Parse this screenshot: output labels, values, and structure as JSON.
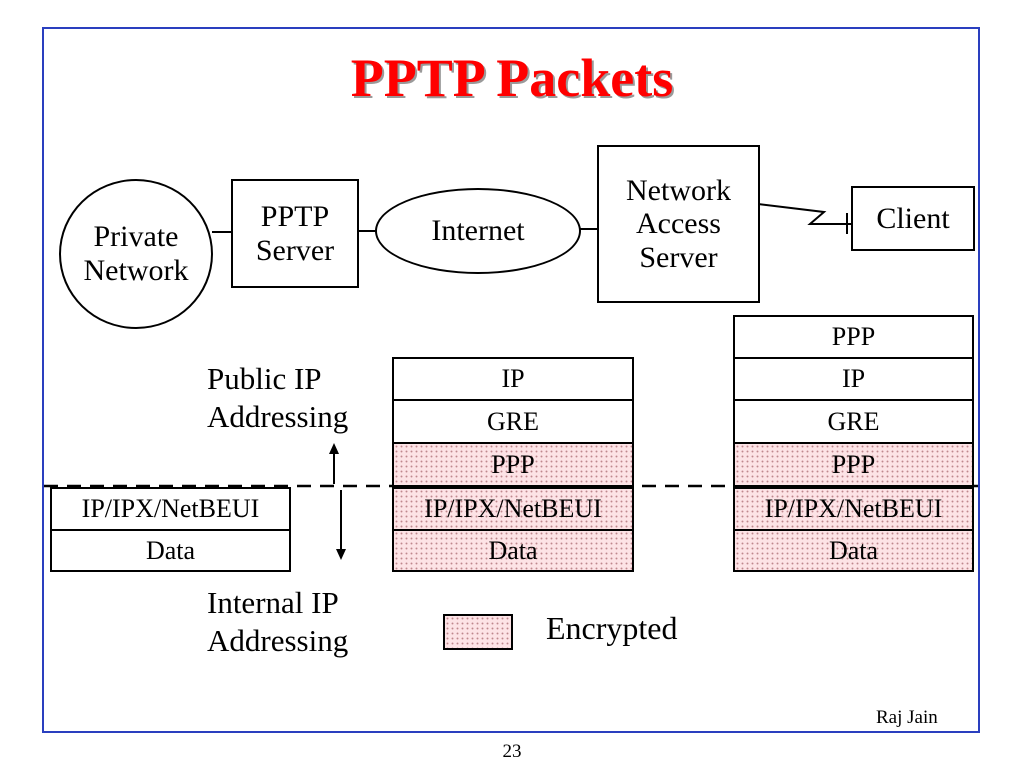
{
  "slide": {
    "title": "PPTP Packets",
    "author": "Raj Jain",
    "page_number": "23"
  },
  "network": {
    "private_network": [
      "Private",
      "Network"
    ],
    "pptp_server": [
      "PPTP",
      "Server"
    ],
    "internet": "Internet",
    "nas": [
      "Network",
      "Access",
      "Server"
    ],
    "client": "Client"
  },
  "labels": {
    "public_ip": [
      "Public IP",
      "Addressing"
    ],
    "internal_ip": [
      "Internal IP",
      "Addressing"
    ]
  },
  "packets": {
    "left": [
      {
        "label": "IP/IPX/NetBEUI",
        "encrypted": false
      },
      {
        "label": "Data",
        "encrypted": false
      }
    ],
    "middle": [
      {
        "label": "IP",
        "encrypted": false
      },
      {
        "label": "GRE",
        "encrypted": false
      },
      {
        "label": "PPP",
        "encrypted": true
      },
      {
        "label": "IP/IPX/NetBEUI",
        "encrypted": true
      },
      {
        "label": "Data",
        "encrypted": true
      }
    ],
    "right": [
      {
        "label": "PPP",
        "encrypted": false
      },
      {
        "label": "IP",
        "encrypted": false
      },
      {
        "label": "GRE",
        "encrypted": false
      },
      {
        "label": "PPP",
        "encrypted": true
      },
      {
        "label": "IP/IPX/NetBEUI",
        "encrypted": true
      },
      {
        "label": "Data",
        "encrypted": true
      }
    ]
  },
  "legend": {
    "encrypted_label": "Encrypted"
  },
  "colors": {
    "title": "#ff0000",
    "frame": "#2a3fbf",
    "encrypted_fill": "#fde3e6"
  }
}
